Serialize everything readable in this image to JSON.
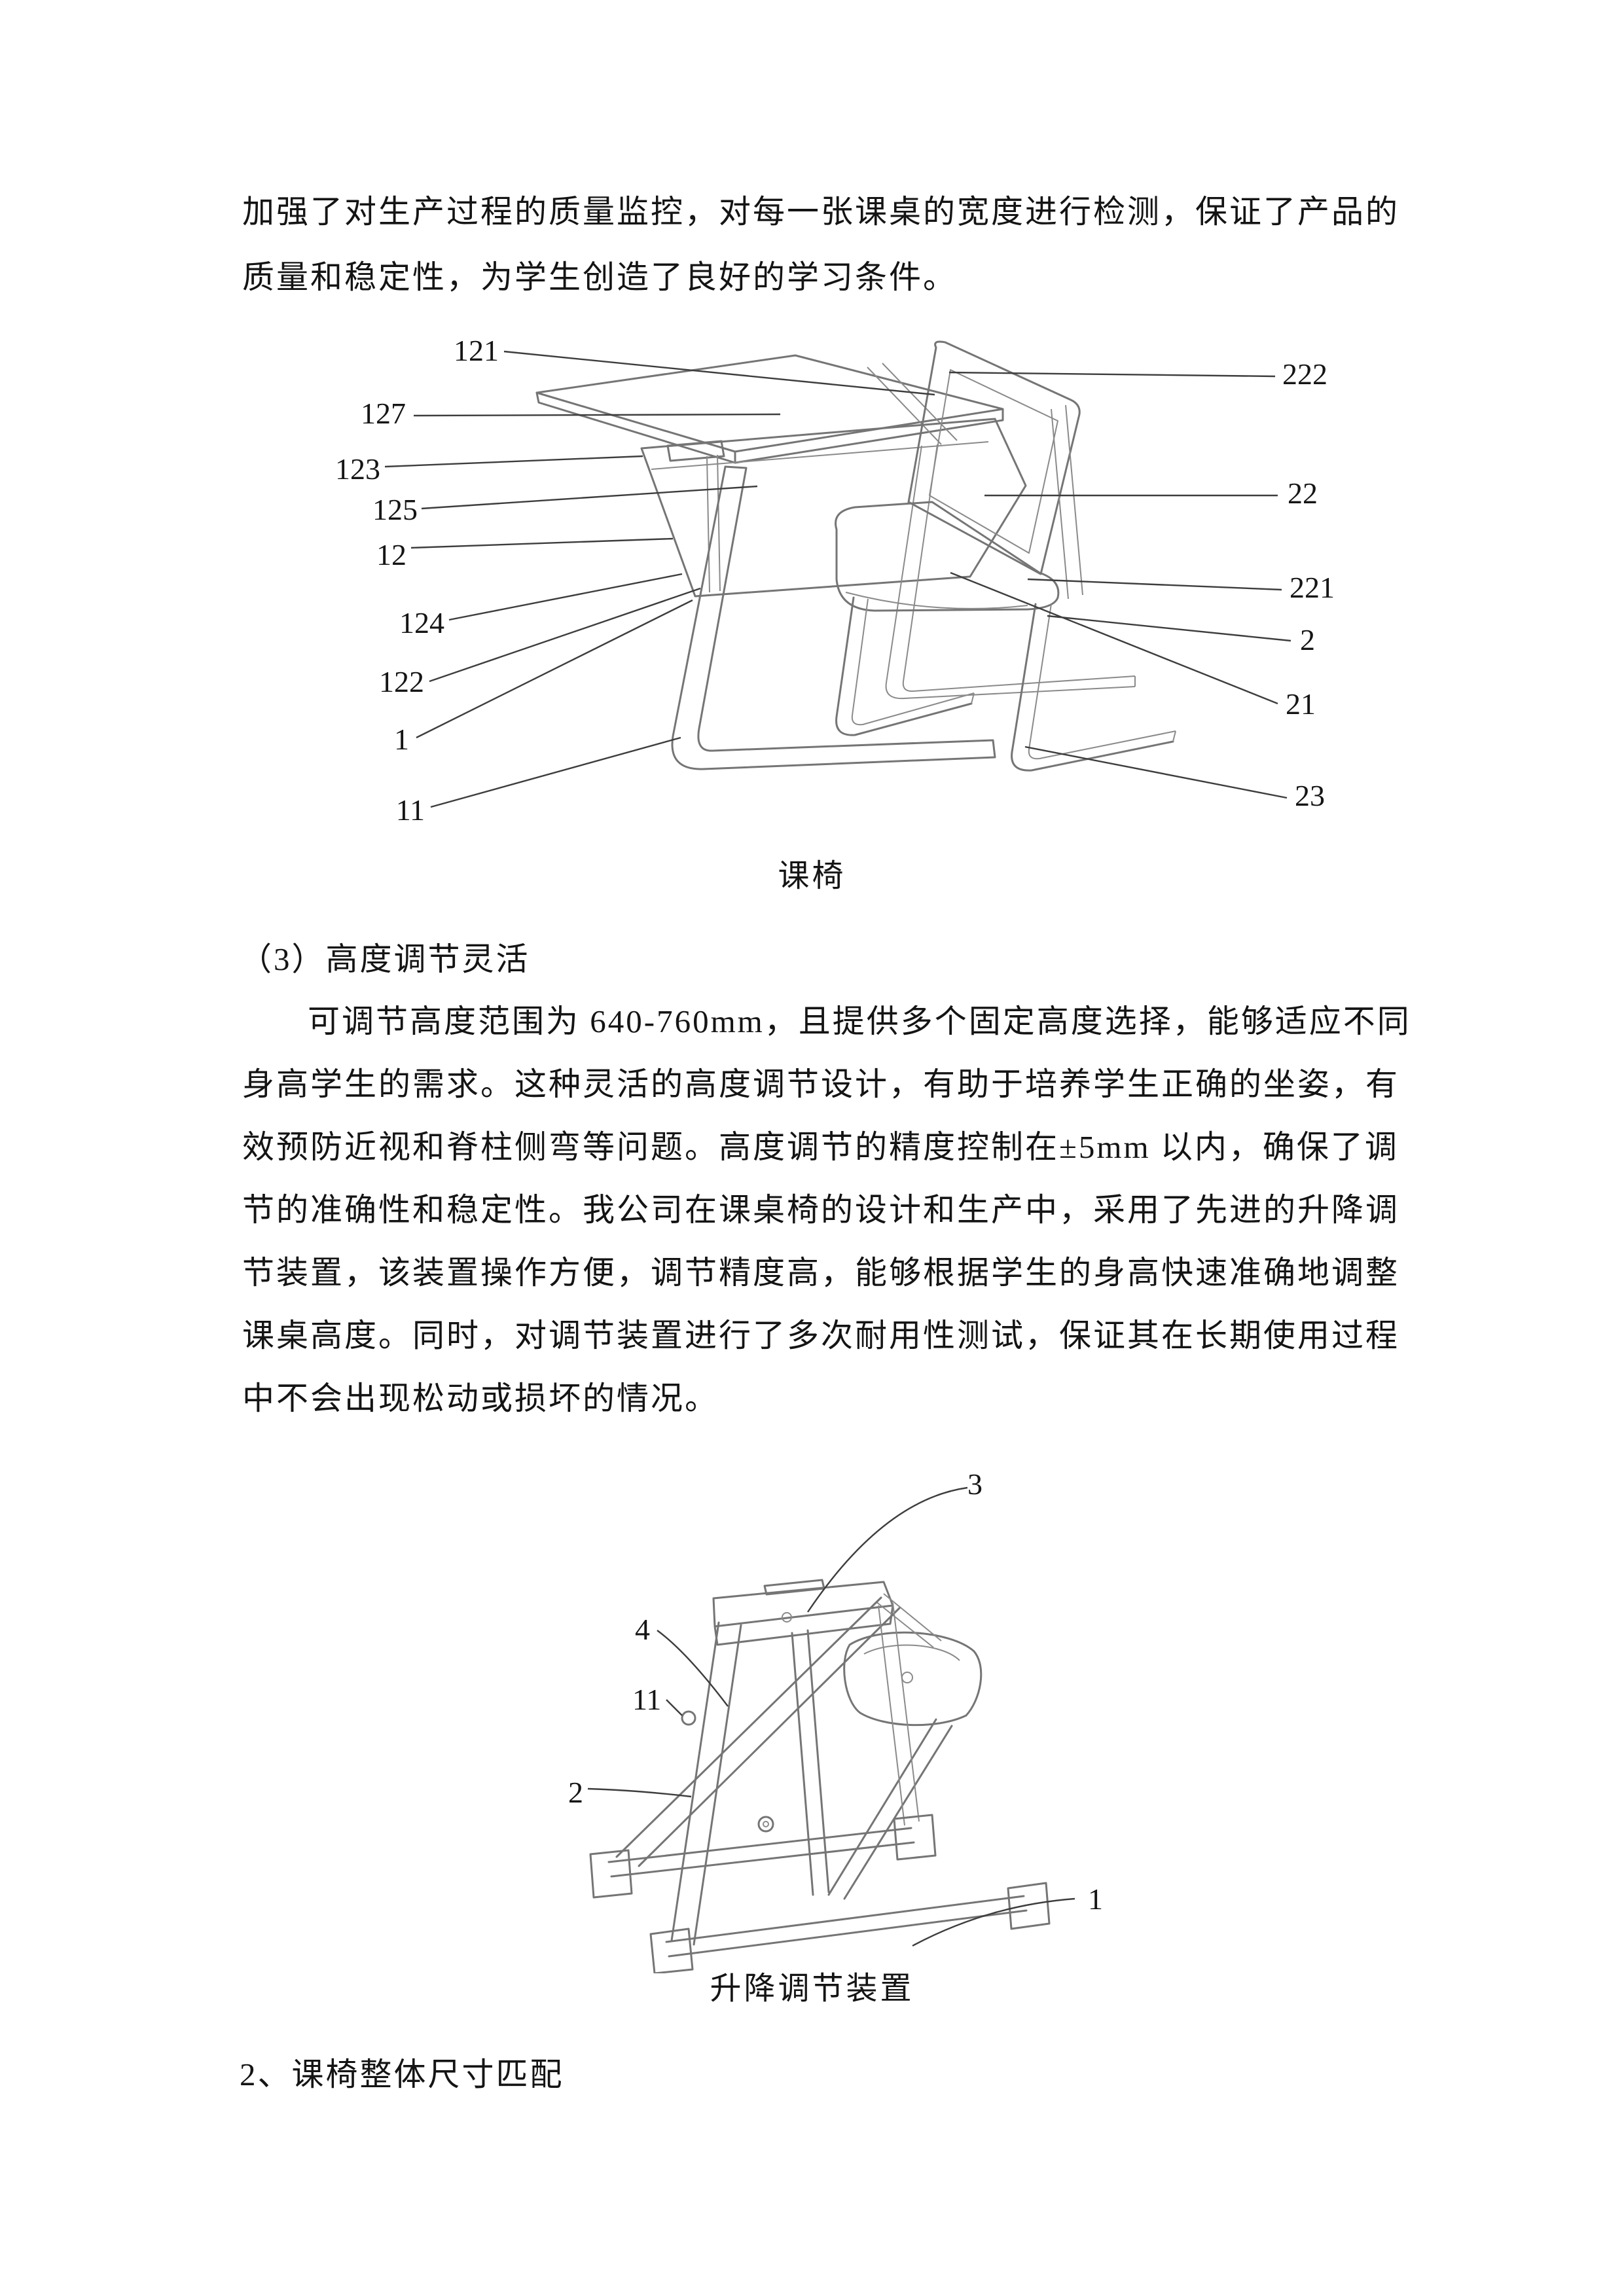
{
  "para1": {
    "lines": [
      "加强了对生产过程的质量监控，对每一张课桌的宽度进行检测，保证了产品的",
      "质量和稳定性，为学生创造了良好的学习条件。"
    ]
  },
  "fig1": {
    "caption": "课椅",
    "left_labels": [
      "121",
      "127",
      "123",
      "125",
      "12",
      "124",
      "122",
      "1",
      "11"
    ],
    "right_labels": [
      "222",
      "22",
      "221",
      "2",
      "21",
      "23"
    ]
  },
  "heading3": "（3）高度调节灵活",
  "para2": {
    "lines": [
      "可调节高度范围为 640-760mm，且提供多个固定高度选择，能够适应不同",
      "身高学生的需求。这种灵活的高度调节设计，有助于培养学生正确的坐姿，有",
      "效预防近视和脊柱侧弯等问题。高度调节的精度控制在±5mm 以内，确保了调",
      "节的准确性和稳定性。我公司在课桌椅的设计和生产中，采用了先进的升降调",
      "节装置，该装置操作方便，调节精度高，能够根据学生的身高快速准确地调整",
      "课桌高度。同时，对调节装置进行了多次耐用性测试，保证其在长期使用过程",
      "中不会出现松动或损坏的情况。"
    ]
  },
  "fig2": {
    "caption": "升降调节装置",
    "labels": [
      "3",
      "4",
      "11",
      "2",
      "1"
    ]
  },
  "heading2": "2、课椅整体尺寸匹配"
}
